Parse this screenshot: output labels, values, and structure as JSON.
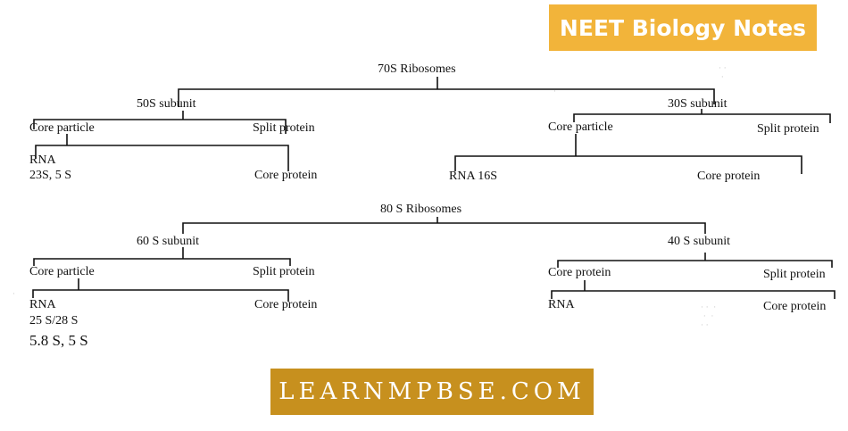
{
  "banner_top": "NEET Biology Notes",
  "banner_bottom": "LEARNMPBSE.COM",
  "diagram_70s": {
    "root": "70S Ribosomes",
    "large_subunit": "50S subunit",
    "small_subunit": "30S subunit",
    "large_core_particle": "Core particle",
    "large_split_protein": "Split protein",
    "large_rna": "RNA",
    "large_rna_values": "23S, 5 S",
    "large_core_protein": "Core protein",
    "small_core_particle": "Core particle",
    "small_split_protein": "Split protein",
    "small_rna": "RNA 16S",
    "small_core_protein": "Core protein"
  },
  "diagram_80s": {
    "root": "80 S Ribosomes",
    "large_subunit": "60 S subunit",
    "small_subunit": "40 S subunit",
    "large_core_particle": "Core particle",
    "large_split_protein": "Split protein",
    "large_rna": "RNA",
    "large_rna_values_1": "25 S/28 S",
    "large_rna_values_2": "5.8 S, 5 S",
    "large_core_protein": "Core protein",
    "small_core_protein_parent": "Core protein",
    "small_split_protein": "Split protein",
    "small_rna": "RNA",
    "small_core_protein": "Core protein"
  },
  "colors": {
    "banner_top_bg": "#f2b43a",
    "banner_bottom_bg": "#c7901e",
    "line": "#111111"
  }
}
